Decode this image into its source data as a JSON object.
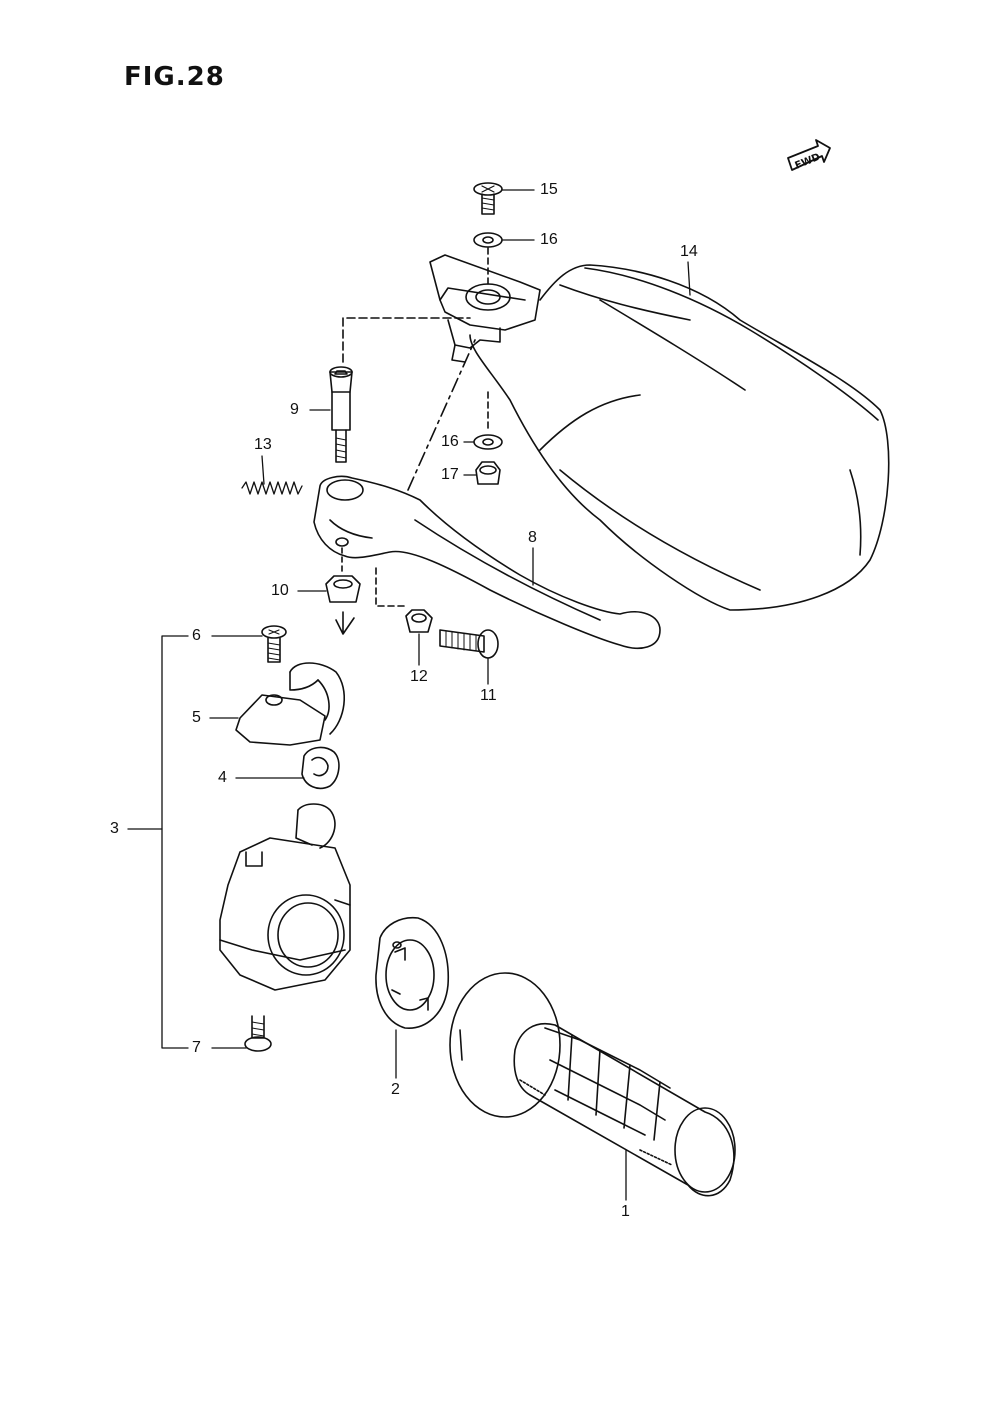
{
  "figure": {
    "title": "FIG.28",
    "fwd_label": "FWD"
  },
  "callouts": [
    {
      "id": "c1",
      "number": "1"
    },
    {
      "id": "c2",
      "number": "2"
    },
    {
      "id": "c3",
      "number": "3"
    },
    {
      "id": "c4",
      "number": "4"
    },
    {
      "id": "c5",
      "number": "5"
    },
    {
      "id": "c6",
      "number": "6"
    },
    {
      "id": "c7",
      "number": "7"
    },
    {
      "id": "c8",
      "number": "8"
    },
    {
      "id": "c9",
      "number": "9"
    },
    {
      "id": "c10",
      "number": "10"
    },
    {
      "id": "c11",
      "number": "11"
    },
    {
      "id": "c12",
      "number": "12"
    },
    {
      "id": "c13",
      "number": "13"
    },
    {
      "id": "c14",
      "number": "14"
    },
    {
      "id": "c15",
      "number": "15"
    },
    {
      "id": "c16a",
      "number": "16"
    },
    {
      "id": "c16b",
      "number": "16"
    },
    {
      "id": "c17",
      "number": "17"
    }
  ],
  "colors": {
    "line": "#111111",
    "background": "#ffffff"
  }
}
